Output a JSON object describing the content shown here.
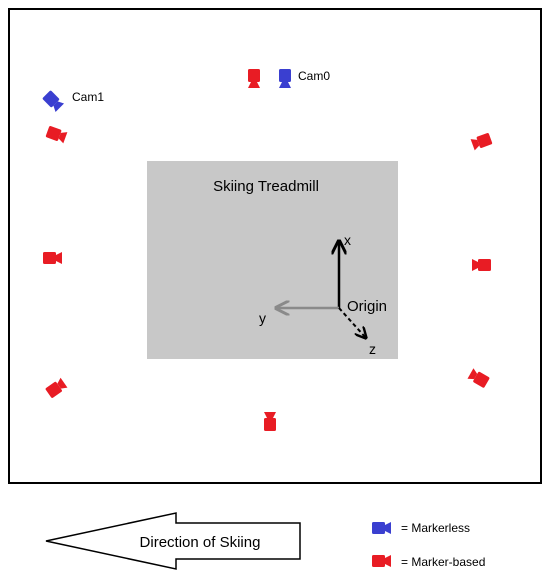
{
  "treadmill": {
    "label": "Skiing Treadmill"
  },
  "axes": {
    "origin_label": "Origin",
    "x_label": "x",
    "y_label": "y",
    "z_label": "z"
  },
  "cameras": {
    "cam0_label": "Cam0",
    "cam1_label": "Cam1"
  },
  "direction": {
    "label": "Direction of Skiing"
  },
  "legend": {
    "markerless": "= Markerless",
    "marker_based": "= Marker-based"
  },
  "colors": {
    "markerless": "#3a3fd0",
    "marker_based": "#e81c24",
    "treadmill": "#c8c8c8",
    "y_axis": "#8a8a8a"
  }
}
